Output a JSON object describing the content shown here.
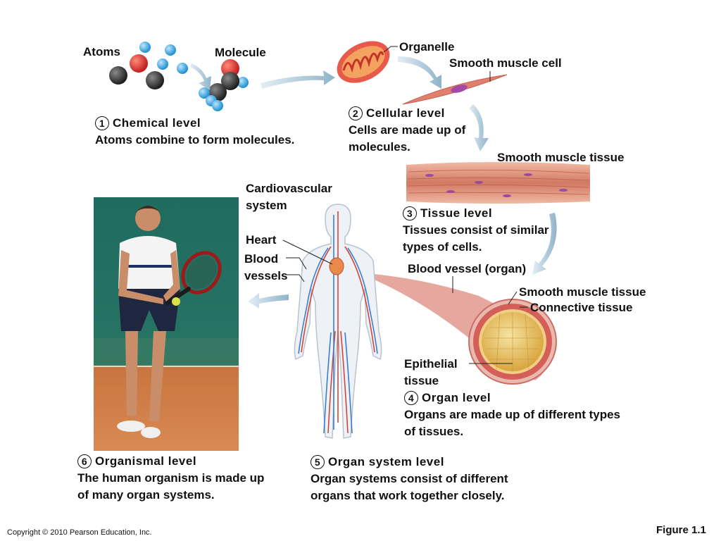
{
  "labels": {
    "atoms": "Atoms",
    "molecule": "Molecule",
    "organelle": "Organelle",
    "smooth_muscle_cell": "Smooth muscle cell",
    "smooth_muscle_tissue_top": "Smooth muscle tissue",
    "cardiovascular_line1": "Cardiovascular",
    "cardiovascular_line2": "system",
    "heart": "Heart",
    "blood_line1": "Blood",
    "blood_line2": "vessels",
    "blood_vessel_organ": "Blood vessel (organ)",
    "smooth_muscle_tissue_organ": "Smooth muscle tissue",
    "connective_tissue": "Connective tissue",
    "epithelial_line1": "Epithelial",
    "epithelial_line2": "tissue"
  },
  "levels": [
    {
      "num": "1",
      "title": "Chemical level",
      "desc": [
        "Atoms combine to form molecules."
      ]
    },
    {
      "num": "2",
      "title": "Cellular level",
      "desc": [
        "Cells are made up of",
        "molecules."
      ]
    },
    {
      "num": "3",
      "title": "Tissue level",
      "desc": [
        "Tissues consist of similar",
        "types of cells."
      ]
    },
    {
      "num": "4",
      "title": "Organ level",
      "desc": [
        "Organs are made up of different types",
        "of tissues."
      ]
    },
    {
      "num": "5",
      "title": "Organ system level",
      "desc": [
        "Organ systems consist of different",
        "organs that work together closely."
      ]
    },
    {
      "num": "6",
      "title": "Organismal level",
      "desc": [
        "The human organism is made up",
        "of many organ systems."
      ]
    }
  ],
  "footer": {
    "copyright": "Copyright © 2010 Pearson Education, Inc.",
    "figure": "Figure 1.1"
  },
  "colors": {
    "arrow": "#a9c6d8",
    "atom_red": "#d42a2a",
    "atom_dark": "#2d2d2d",
    "atom_blue": "#3aa5dc",
    "muscle": "#d9826e",
    "vessel_outer": "#d6706a",
    "vessel_inner": "#e7c36b"
  }
}
